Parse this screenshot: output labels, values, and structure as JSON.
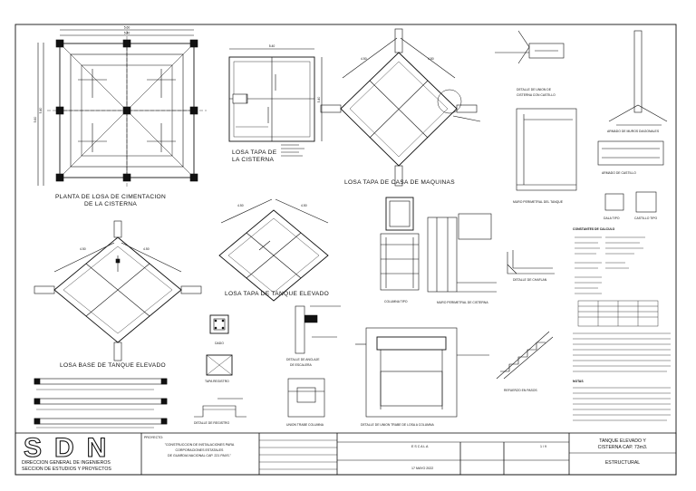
{
  "drawings": {
    "cimentacion": {
      "title_1": "PLANTA DE LOSA DE CIMENTACION",
      "title_2": "DE LA CISTERNA",
      "dim_top_1": "5.60",
      "dim_top_2": "5.40",
      "dim_left": "5.60",
      "dim_left_2": "5.40"
    },
    "tapa_cisterna": {
      "title_1": "LOSA TAPA DE",
      "title_2": "LA CISTERNA",
      "dim_top": "5.40",
      "dim_right": "5.40"
    },
    "tapa_maquinas": {
      "title": "LOSA TAPA DE CASA DE MAQUINAS",
      "dim_a": "4.50",
      "dim_b": "4.50"
    },
    "tapa_tanque": {
      "title": "LOSA TAPA DE TANQUE ELEVADO",
      "dim_a": "4.50",
      "dim_b": "4.50"
    },
    "base_tanque": {
      "title": "LOSA BASE DE TANQUE ELEVADO",
      "dim_a": "4.50",
      "dim_b": "4.50"
    },
    "union_cisterna": {
      "title_1": "DETALLE DE UNION DE",
      "title_2": "CISTERNA CON CASTILLO"
    },
    "muro_tanque": {
      "title": "MURO PERIMETRAL DEL TANQUE"
    },
    "armado_muros": {
      "title": "ARMADO DE MUROS DIAGONALES"
    },
    "armado_castillo": {
      "title": "ARMADO DE CASTILLO"
    },
    "columna_tipo": {
      "title": "COLUMNA TIPO"
    },
    "muro_cisterna": {
      "title": "MURO PERIMETRAL DE CISTERNA"
    },
    "detalle_chaflan": {
      "title": "DETALLE DE CHAFLAN"
    },
    "dala_tipo": {
      "title": "DALA TIPO"
    },
    "castillo_tipo": {
      "title": "CASTILLO TIPO"
    },
    "dado": {
      "title": "DADO"
    },
    "tapa_registro": {
      "title": "TAPA REGISTRO"
    },
    "detalle_registro": {
      "title": "DETALLE DE REGISTRO"
    },
    "anclaje": {
      "title_1": "DETALLE DE ANCLAJE",
      "title_2": "DE ESCALERA"
    },
    "union_trabe": {
      "title": "UNION TRABE COLUMNA"
    },
    "union_trabe_losa": {
      "title": "DETALLE DE UNION TRABE DE LOSA A COLUMNA"
    },
    "refuerzo_pasos": {
      "title": "REFUERZO EN PASOS"
    },
    "datos_header": "CONSTANTES DE CALCULO",
    "notas_header": "NOTAS"
  },
  "title_block": {
    "logo": "SDN",
    "org_1": "DIRECCION GENERAL DE INGENIEROS",
    "org_2": "SECCION DE ESTUDIOS Y PROYECTOS",
    "project_label": "PROYECTO:",
    "project_1": "\"CONSTRUCCION DE INSTALACIONES PARA",
    "project_2": "CORPORACIONES ESTATALES",
    "project_3": "DE GUARDIA NACIONAL CAP. 221 PAXS.\"",
    "date": "17 MAYO 2022",
    "sheet_title_1": "TANQUE ELEVADO Y",
    "sheet_title_2": "CISTERNA CAP. 73m3.",
    "specialty": "ESTRUCTURAL",
    "scale_label": "E S C A L A",
    "sheet_no": "1 / 9"
  }
}
